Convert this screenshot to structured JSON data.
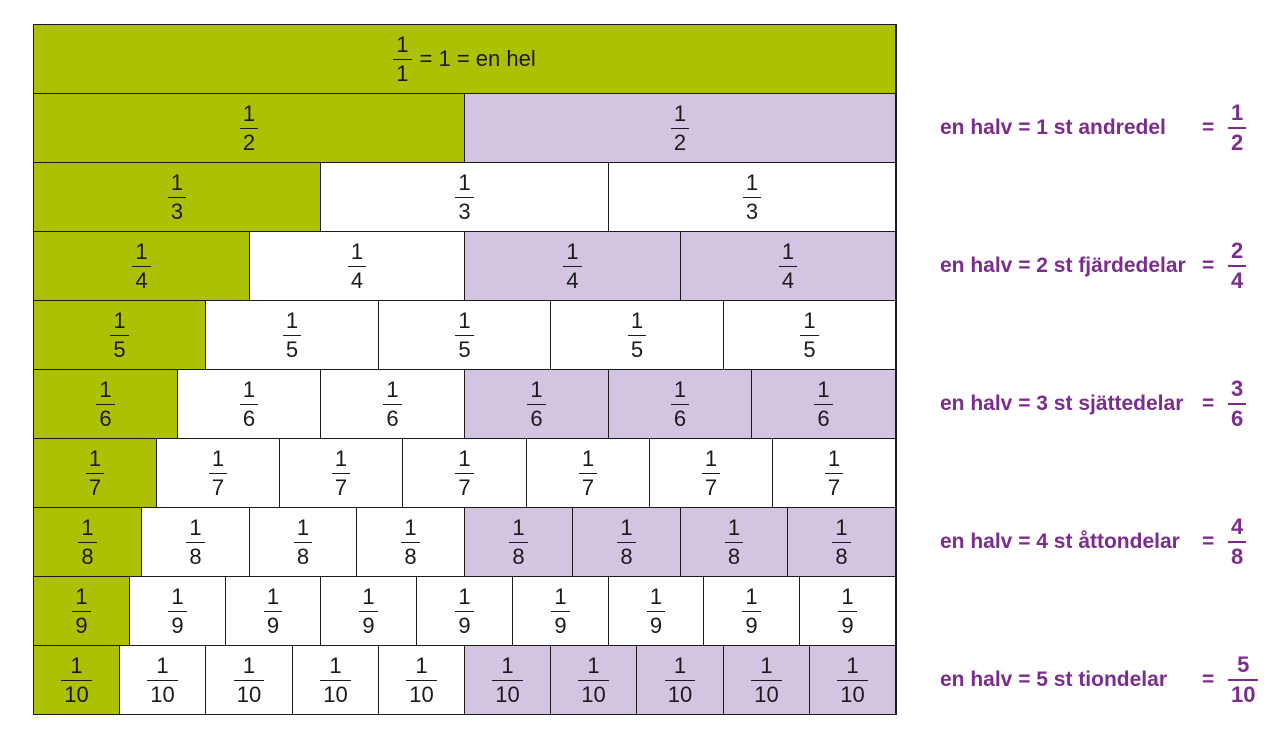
{
  "wall": {
    "whole": {
      "num": "1",
      "den": "1",
      "suffix": "= 1 = en hel"
    },
    "rows": [
      {
        "den": 2,
        "colors": [
          "green",
          "purple"
        ]
      },
      {
        "den": 3,
        "colors": [
          "green",
          "white",
          "white"
        ]
      },
      {
        "den": 4,
        "colors": [
          "green",
          "white",
          "purple",
          "purple"
        ]
      },
      {
        "den": 5,
        "colors": [
          "green",
          "white",
          "white",
          "white",
          "white"
        ]
      },
      {
        "den": 6,
        "colors": [
          "green",
          "white",
          "white",
          "purple",
          "purple",
          "purple"
        ]
      },
      {
        "den": 7,
        "colors": [
          "green",
          "white",
          "white",
          "white",
          "white",
          "white",
          "white"
        ]
      },
      {
        "den": 8,
        "colors": [
          "green",
          "white",
          "white",
          "white",
          "purple",
          "purple",
          "purple",
          "purple"
        ]
      },
      {
        "den": 9,
        "colors": [
          "green",
          "white",
          "white",
          "white",
          "white",
          "white",
          "white",
          "white",
          "white"
        ]
      },
      {
        "den": 10,
        "colors": [
          "green",
          "white",
          "white",
          "white",
          "white",
          "purple",
          "purple",
          "purple",
          "purple",
          "purple"
        ]
      }
    ]
  },
  "side_equations": [
    {
      "row": 1,
      "text": "en halv = 1 st andredel",
      "sign": "=",
      "num": "1",
      "den": "2"
    },
    {
      "row": 3,
      "text": "en halv = 2 st fjärdedelar",
      "sign": "=",
      "num": "2",
      "den": "4"
    },
    {
      "row": 5,
      "text": "en halv = 3 st sjättedelar",
      "sign": "=",
      "num": "3",
      "den": "6"
    },
    {
      "row": 7,
      "text": "en halv = 4 st åttondelar",
      "sign": "=",
      "num": "4",
      "den": "8"
    },
    {
      "row": 9,
      "text": "en halv = 5 st tiondelar",
      "sign": "=",
      "num": "5",
      "den": "10"
    }
  ],
  "colors": {
    "green": "#adc104",
    "purple": "#d3c4e2",
    "white": "#ffffff",
    "text_purple": "#7b2d8e"
  }
}
